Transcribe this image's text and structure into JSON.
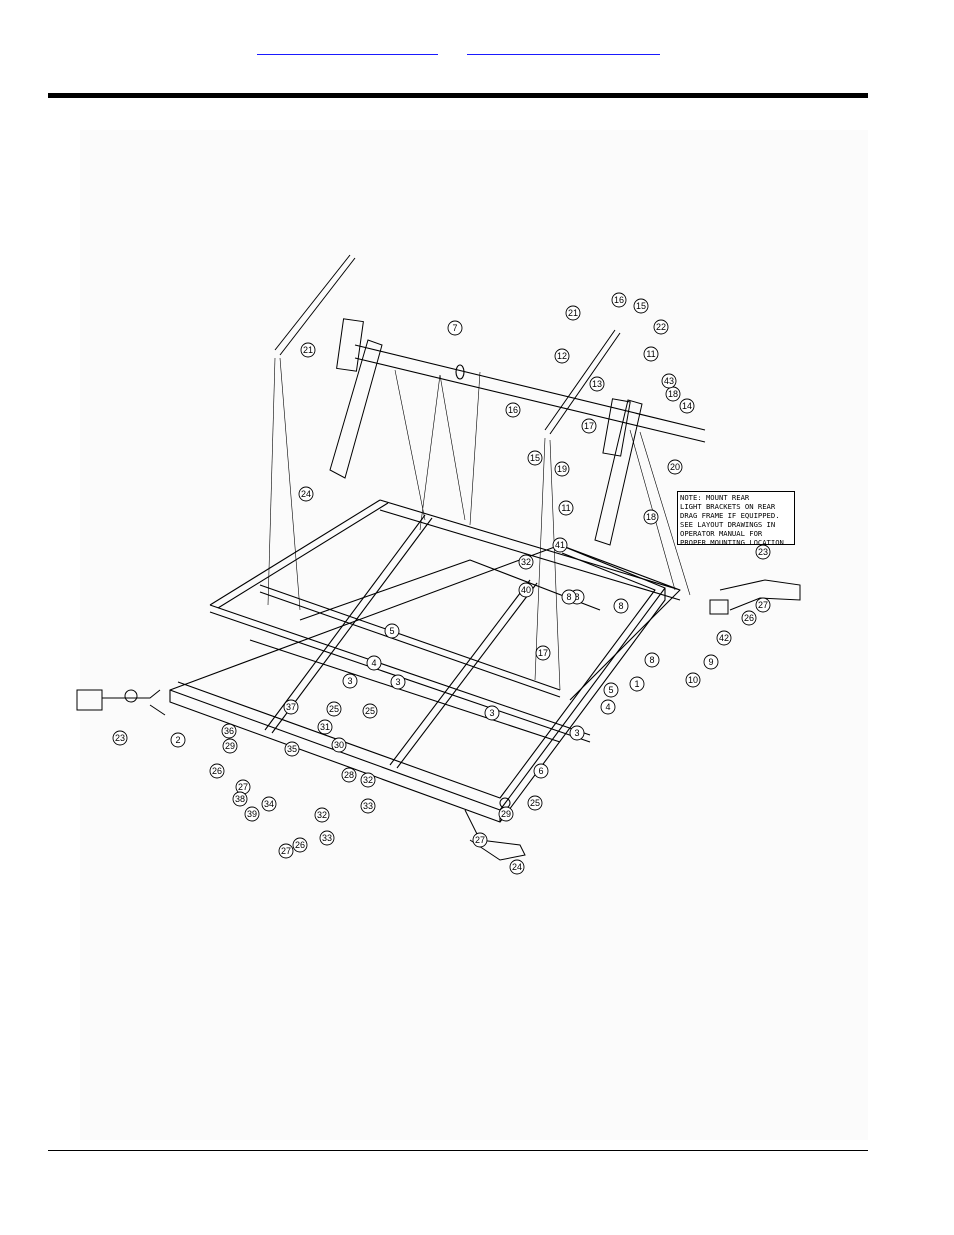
{
  "header": {
    "links": [
      "",
      ""
    ]
  },
  "note": {
    "lines": [
      "NOTE: MOUNT REAR",
      "LIGHT BRACKETS ON REAR",
      "DRAG FRAME IF EQUIPPED.",
      "SEE LAYOUT DRAWINGS IN",
      "OPERATOR MANUAL FOR",
      "PROPER MOUNTING LOCATION."
    ]
  },
  "callouts": [
    {
      "label": "1"
    },
    {
      "label": "2"
    },
    {
      "label": "3"
    },
    {
      "label": "3"
    },
    {
      "label": "3"
    },
    {
      "label": "3"
    },
    {
      "label": "4"
    },
    {
      "label": "4"
    },
    {
      "label": "5"
    },
    {
      "label": "5"
    },
    {
      "label": "6"
    },
    {
      "label": "7"
    },
    {
      "label": "8"
    },
    {
      "label": "8"
    },
    {
      "label": "8"
    },
    {
      "label": "8"
    },
    {
      "label": "9"
    },
    {
      "label": "10"
    },
    {
      "label": "11"
    },
    {
      "label": "11"
    },
    {
      "label": "12"
    },
    {
      "label": "13"
    },
    {
      "label": "14"
    },
    {
      "label": "15"
    },
    {
      "label": "15"
    },
    {
      "label": "16"
    },
    {
      "label": "16"
    },
    {
      "label": "17"
    },
    {
      "label": "17"
    },
    {
      "label": "18"
    },
    {
      "label": "18"
    },
    {
      "label": "19"
    },
    {
      "label": "20"
    },
    {
      "label": "21"
    },
    {
      "label": "21"
    },
    {
      "label": "22"
    },
    {
      "label": "23"
    },
    {
      "label": "23"
    },
    {
      "label": "24"
    },
    {
      "label": "24"
    },
    {
      "label": "25"
    },
    {
      "label": "25"
    },
    {
      "label": "25"
    },
    {
      "label": "26"
    },
    {
      "label": "26"
    },
    {
      "label": "26"
    },
    {
      "label": "27"
    },
    {
      "label": "27"
    },
    {
      "label": "27"
    },
    {
      "label": "27"
    },
    {
      "label": "28"
    },
    {
      "label": "29"
    },
    {
      "label": "29"
    },
    {
      "label": "30"
    },
    {
      "label": "31"
    },
    {
      "label": "32"
    },
    {
      "label": "32"
    },
    {
      "label": "32"
    },
    {
      "label": "33"
    },
    {
      "label": "33"
    },
    {
      "label": "34"
    },
    {
      "label": "35"
    },
    {
      "label": "36"
    },
    {
      "label": "37"
    },
    {
      "label": "38"
    },
    {
      "label": "39"
    },
    {
      "label": "40"
    },
    {
      "label": "41"
    },
    {
      "label": "42"
    },
    {
      "label": "43"
    }
  ]
}
